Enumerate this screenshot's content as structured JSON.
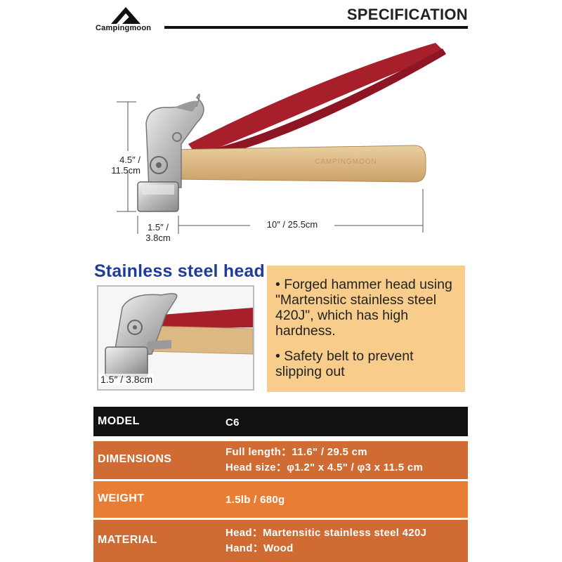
{
  "brand": {
    "name": "Campingmoon",
    "logo_icon": "mountain-peak-icon"
  },
  "header": {
    "title": "SPECIFICATION"
  },
  "dimensions": {
    "height": "4.5″ / 11.5cm",
    "head_width": "1.5″ / 3.8cm",
    "length": "10″ / 25.5cm"
  },
  "handle_engraving": "CAMPINGMOON",
  "detail": {
    "title": "Stainless steel head",
    "caption": "1.5″ / 3.8cm"
  },
  "features": [
    "• Forged hammer head using \"Martensitic stainless steel 420J\", which has high hardness.",
    "• Safety belt to prevent slipping out"
  ],
  "spec_table": {
    "model": {
      "label": "MODEL",
      "value": "C6"
    },
    "dimensions": {
      "label": "DIMENSIONS",
      "lines": [
        "Full length：11.6\" / 29.5 cm",
        "Head size：φ1.2\" x 4.5\" / φ3 x 11.5 cm"
      ]
    },
    "weight": {
      "label": "WEIGHT",
      "value": "1.5lb / 680g"
    },
    "material": {
      "label": "MATERIAL",
      "lines": [
        "Head：Martensitic stainless steel 420J",
        "Hand：Wood"
      ]
    }
  },
  "colors": {
    "accent_blue": "#1f3c9a",
    "feature_box": "#f8cd8c",
    "row_dark": "#111111",
    "row_orange_dark": "#cf6b33",
    "row_orange_light": "#e87e35",
    "strap_red": "#a81f2c"
  }
}
